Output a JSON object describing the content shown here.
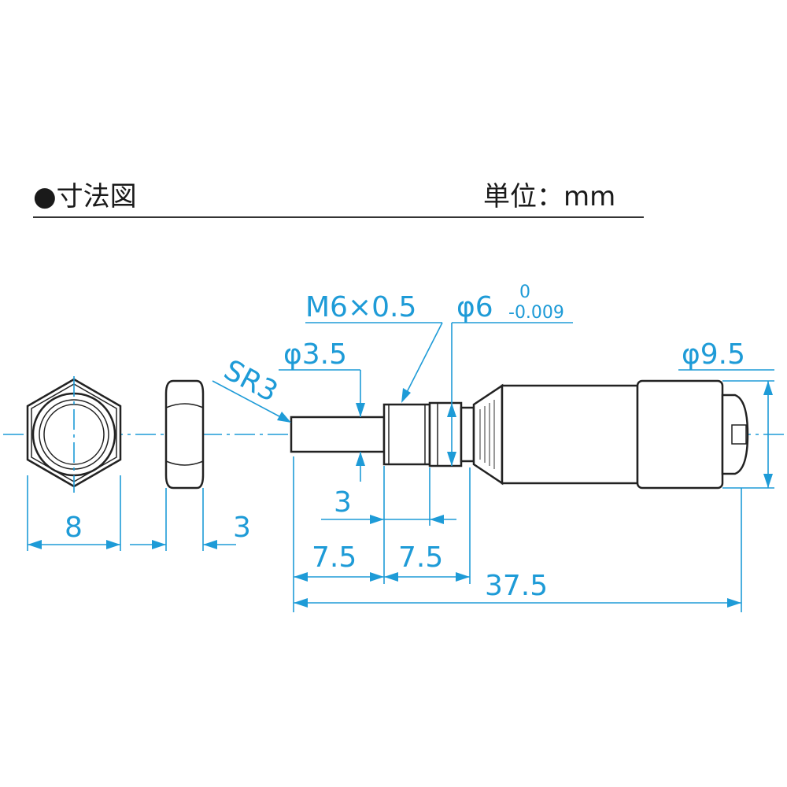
{
  "header": {
    "title": "●寸法図",
    "unit": "単位：mm"
  },
  "dimensions": {
    "thread": "M6×0.5",
    "shaft_dia_symbol": "φ6",
    "shaft_tol_upper": "0",
    "shaft_tol_lower": "-0.009",
    "spindle_dia": "φ3.5",
    "tip_radius": "SR3",
    "knob_dia": "φ9.5",
    "nut_width": "8",
    "nut_thickness": "3",
    "thread_len": "3",
    "spindle_len": "7.5",
    "sleeve_len": "7.5",
    "total_len": "37.5"
  },
  "colors": {
    "dimension": "#1e9bd7",
    "outline": "#222222"
  }
}
